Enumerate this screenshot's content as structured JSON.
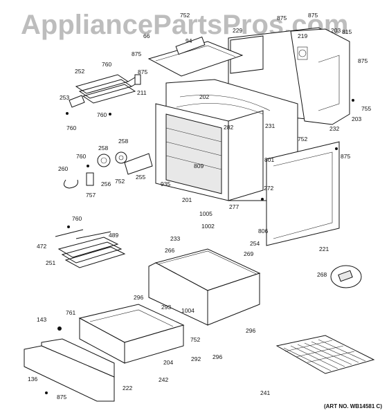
{
  "watermark": "AppliancePartsPros.com",
  "art_number": "(ART NO. WB14581 C)",
  "callouts": [
    "752",
    "875",
    "875",
    "66",
    "94",
    "229",
    "219",
    "203",
    "875",
    "875",
    "815",
    "252",
    "760",
    "875",
    "211",
    "253",
    "202",
    "282",
    "231",
    "755",
    "203",
    "760",
    "760",
    "232",
    "752",
    "258",
    "760",
    "258",
    "809",
    "801",
    "875",
    "260",
    "256",
    "757",
    "752",
    "255",
    "935",
    "201",
    "272",
    "1005",
    "277",
    "221",
    "760",
    "1002",
    "806",
    "489",
    "472",
    "254",
    "269",
    "251",
    "266",
    "233",
    "268",
    "296",
    "293",
    "1004",
    "143",
    "761",
    "296",
    "752",
    "292",
    "296",
    "136",
    "204",
    "242",
    "875",
    "222",
    "241"
  ]
}
